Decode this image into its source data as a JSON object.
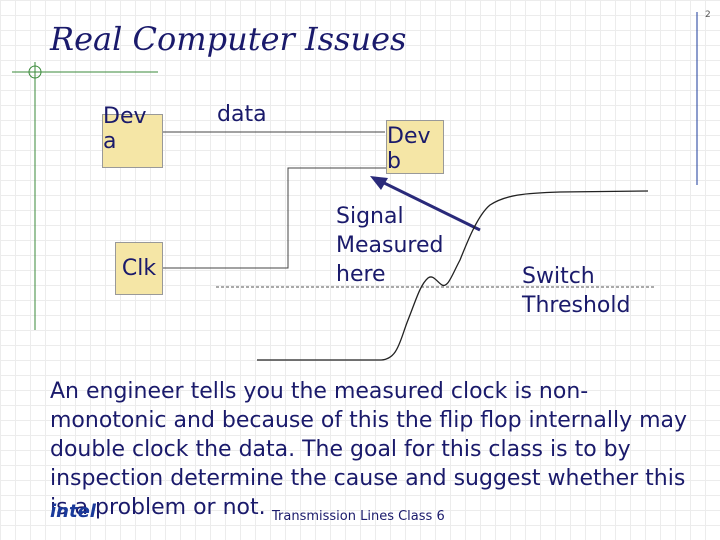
{
  "slide": {
    "title": "Real Computer Issues",
    "page_number": "2",
    "footer": "Transmission Lines  Class  6",
    "logo": "intel"
  },
  "diagram": {
    "dev_a": "Dev a",
    "dev_b": "Dev b",
    "clk": "Clk",
    "data_label": "data",
    "signal_label": [
      "Signal",
      "Measured",
      "here"
    ],
    "threshold_label": [
      "Switch",
      "Threshold"
    ]
  },
  "body": "An engineer tells you the measured clock is non-monotonic and because of this the flip flop internally may double clock the data. The goal for this class is to by inspection determine the cause and suggest whether this is a problem or not."
}
